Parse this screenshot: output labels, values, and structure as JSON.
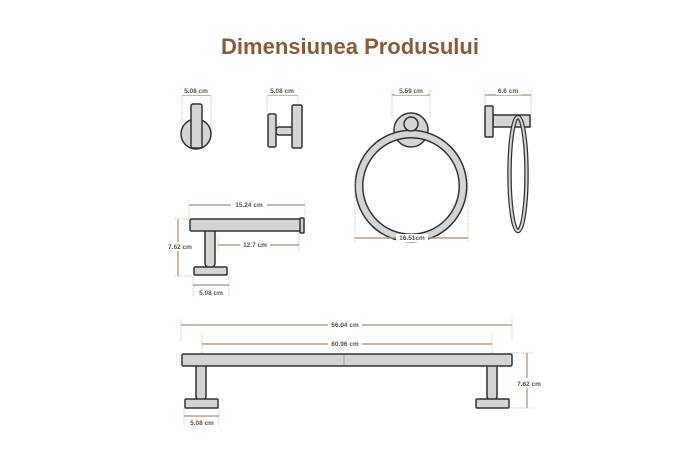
{
  "title": "Dimensiunea Produsului",
  "colors": {
    "title": "#8a5a3a",
    "dimension_line": "#b08b70",
    "part_fill": "#d4d4d4",
    "part_outline": "#333333"
  },
  "dimensions": {
    "robe_hook_front_width": "5.08 cm",
    "robe_hook_side_width": "5.08 cm",
    "towel_ring_base_width": "5.59 cm",
    "towel_ring_side_depth": "6.6 cm",
    "towel_ring_diameter": "16.51cm",
    "paper_holder_length": "15.24 cm",
    "paper_holder_arm": "12.7 cm",
    "paper_holder_height": "7.62 cm",
    "paper_holder_base": "5.08 cm",
    "towel_bar_total": "66.04 cm",
    "towel_bar_inner": "60.96 cm",
    "towel_bar_height": "7.62 cm",
    "towel_bar_base": "5.08 cm"
  }
}
